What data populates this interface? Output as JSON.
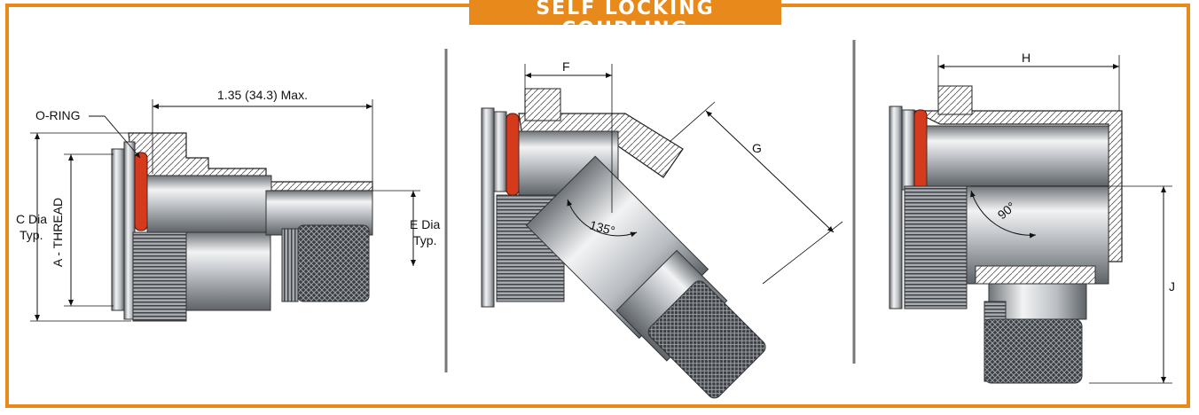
{
  "header": {
    "title": "SELF LOCKING COUPLING"
  },
  "colors": {
    "accent": "#e8891c",
    "oring": "#d63a1c",
    "metal": "#c9ccd0",
    "metal_dark": "#8e9399"
  },
  "views": [
    {
      "name": "straight",
      "labels": {
        "oring": "O-RING",
        "length": "1.35 (34.3) Max.",
        "thread": "A - THREAD",
        "c_dia_1": "C Dia",
        "c_dia_2": "Typ.",
        "e_dia_1": "E Dia",
        "e_dia_2": "Typ."
      }
    },
    {
      "name": "angle-135",
      "labels": {
        "f": "F",
        "g": "G",
        "angle": "135°"
      }
    },
    {
      "name": "angle-90",
      "labels": {
        "h": "H",
        "j": "J",
        "angle": "90°"
      }
    }
  ]
}
